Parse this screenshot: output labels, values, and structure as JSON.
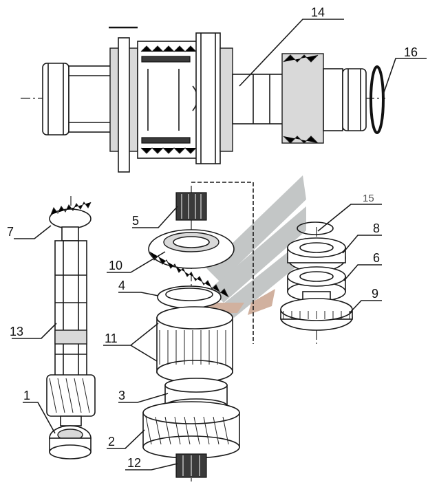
{
  "diagram": {
    "callouts": [
      {
        "id": "c14",
        "text": "14"
      },
      {
        "id": "c16",
        "text": "16"
      },
      {
        "id": "c15",
        "text": "15"
      },
      {
        "id": "c5",
        "text": "5"
      },
      {
        "id": "c7",
        "text": "7"
      },
      {
        "id": "c10",
        "text": "10"
      },
      {
        "id": "c4",
        "text": "4"
      },
      {
        "id": "c8",
        "text": "8"
      },
      {
        "id": "c6",
        "text": "6"
      },
      {
        "id": "c9",
        "text": "9"
      },
      {
        "id": "c13",
        "text": "13"
      },
      {
        "id": "c11",
        "text": "11"
      },
      {
        "id": "c3",
        "text": "3"
      },
      {
        "id": "c1",
        "text": "1"
      },
      {
        "id": "c2",
        "text": "2"
      },
      {
        "id": "c12",
        "text": "12"
      }
    ]
  },
  "colors": {
    "watermark_grey": "#b9bdbd",
    "watermark_tan": "#c9a48f",
    "line": "#1a1a1a"
  }
}
